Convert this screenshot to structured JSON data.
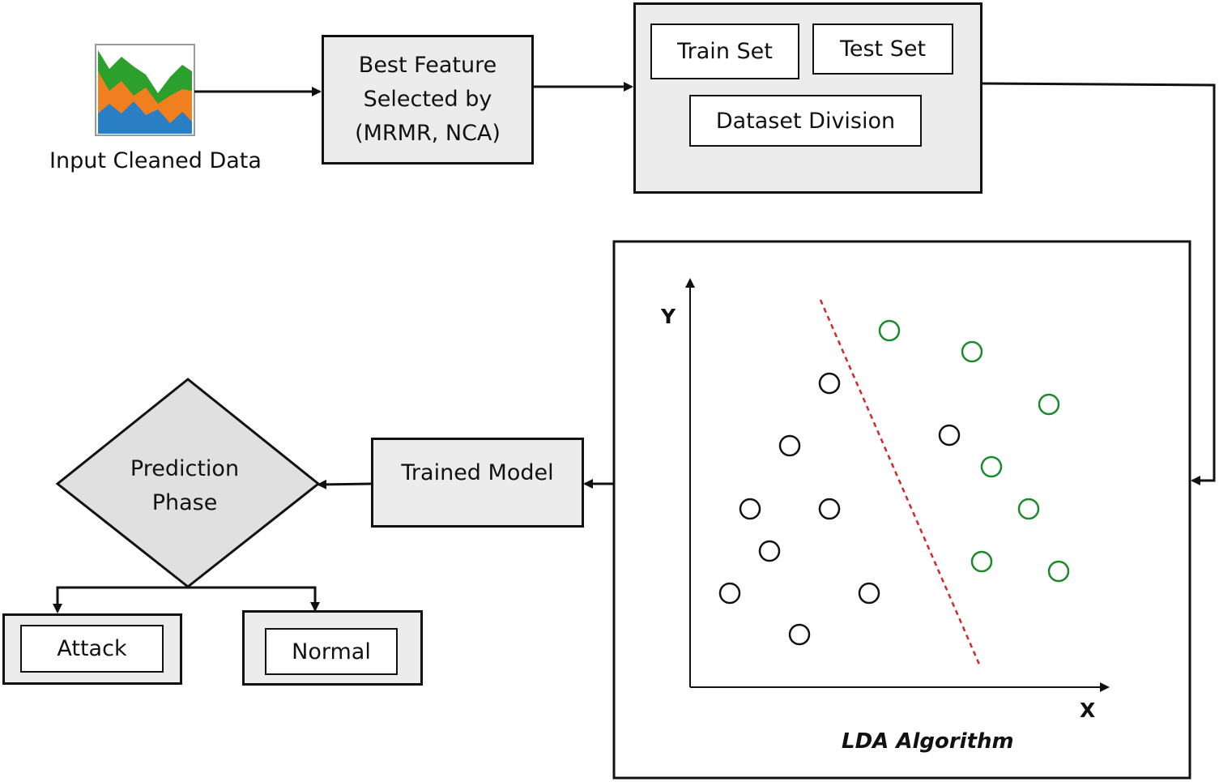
{
  "input": {
    "label": "Input Cleaned Data"
  },
  "feature_selection": {
    "line1": "Best Feature",
    "line2": "Selected by",
    "line3": "(MRMR, NCA)"
  },
  "dataset": {
    "train_label": "Train Set",
    "test_label": "Test Set",
    "division_label": "Dataset Division"
  },
  "lda": {
    "title": "LDA Algorithm",
    "x_axis_label": "X",
    "y_axis_label": "Y"
  },
  "trained_model": {
    "label": "Trained Model"
  },
  "prediction": {
    "line1": "Prediction",
    "line2": "Phase"
  },
  "outcomes": {
    "attack_label": "Attack",
    "normal_label": "Normal"
  },
  "colors": {
    "class_a": "#111111",
    "class_b": "#1a8a2a",
    "separator": "#d62728",
    "thumb_blue": "#2a7fc4",
    "thumb_orange": "#f07f1f",
    "thumb_green": "#2ca02c",
    "box_fill": "#ececec"
  }
}
